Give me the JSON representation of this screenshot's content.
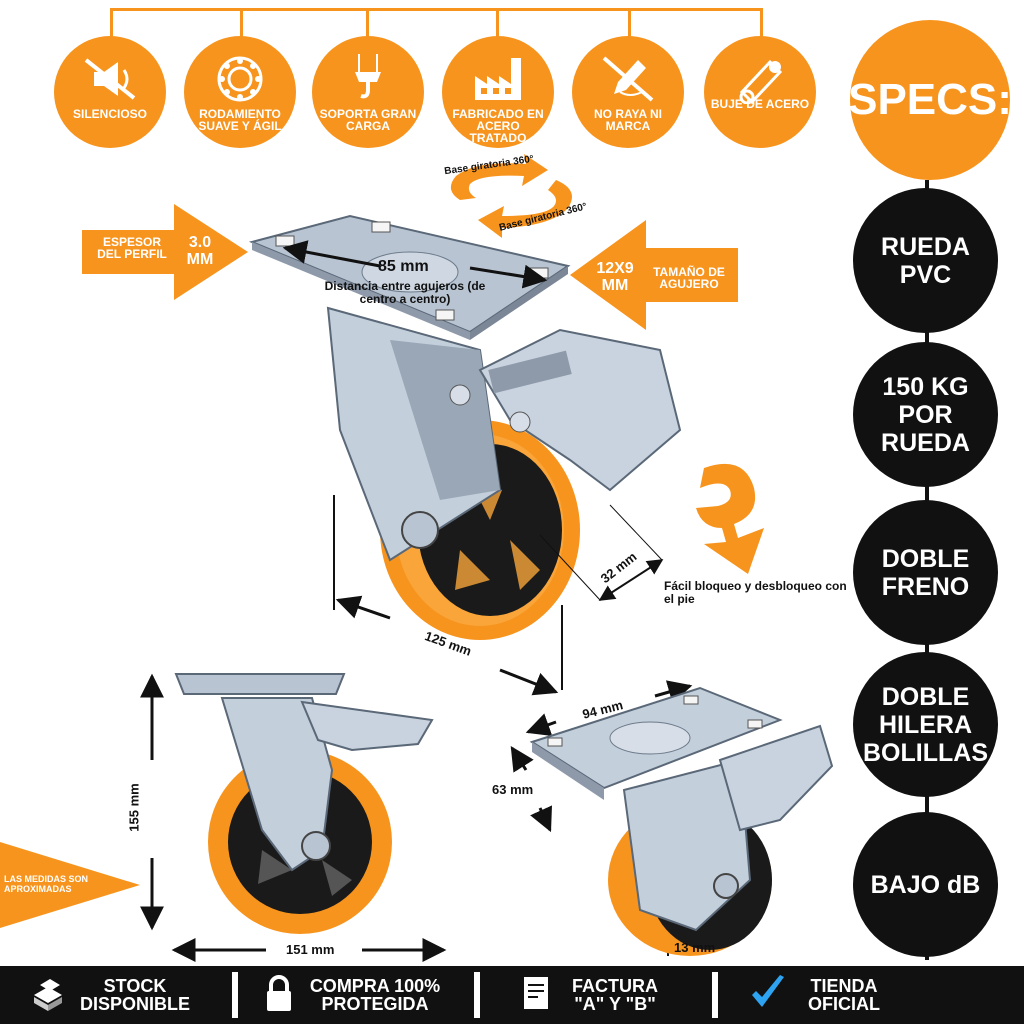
{
  "features": [
    {
      "label": "Silencioso",
      "icon": "mute-icon"
    },
    {
      "label": "Rodamiento suave y ágil",
      "icon": "bearing-icon"
    },
    {
      "label": "Soporta gran carga",
      "icon": "hook-icon"
    },
    {
      "label": "Fabricado en acero tratado",
      "icon": "factory-icon"
    },
    {
      "label": "No raya ni marca",
      "icon": "no-scratch-icon"
    },
    {
      "label": "Buje de acero",
      "icon": "tube-icon"
    }
  ],
  "specs_title": "SPECS:",
  "specs": [
    "RUEDA PVC",
    "150 KG POR RUEDA",
    "DOBLE FRENO",
    "DOBLE HILERA BOLILLAS",
    "BAJO dB"
  ],
  "annotations": {
    "espesor_label": "ESPESOR DEL PERFIL",
    "espesor_value": "3.0 MM",
    "agujero_label": "TAMAÑO DE AGUJERO",
    "agujero_value": "12X9 MM",
    "base_giratoria_1": "Base giratoria 360°",
    "base_giratoria_2": "Base giratoria 360°",
    "distancia_value": "85 mm",
    "distancia_label": "Distancia entre agujeros (de centro a centro)",
    "ancho_rueda": "32 mm",
    "diametro": "125 mm",
    "bloqueo": "Fácil bloqueo y desbloqueo con el pie",
    "alto_total": "155 mm",
    "ancho_total": "151 mm",
    "placa_largo": "94 mm",
    "placa_ancho": "63 mm",
    "offset": "13 mm",
    "medidas_note": "LAS MEDIDAS SON APROXIMADAS"
  },
  "footer": [
    {
      "label": "STOCK DISPONIBLE",
      "icon": "box-stack-icon"
    },
    {
      "label": "COMPRA 100% PROTEGIDA",
      "icon": "padlock-icon"
    },
    {
      "label": "FACTURA \"A\" Y \"B\"",
      "icon": "invoice-icon"
    },
    {
      "label": "TIENDA OFICIAL",
      "icon": "checkmark-icon"
    }
  ],
  "colors": {
    "accent": "#f7941d",
    "dark": "#111111"
  }
}
